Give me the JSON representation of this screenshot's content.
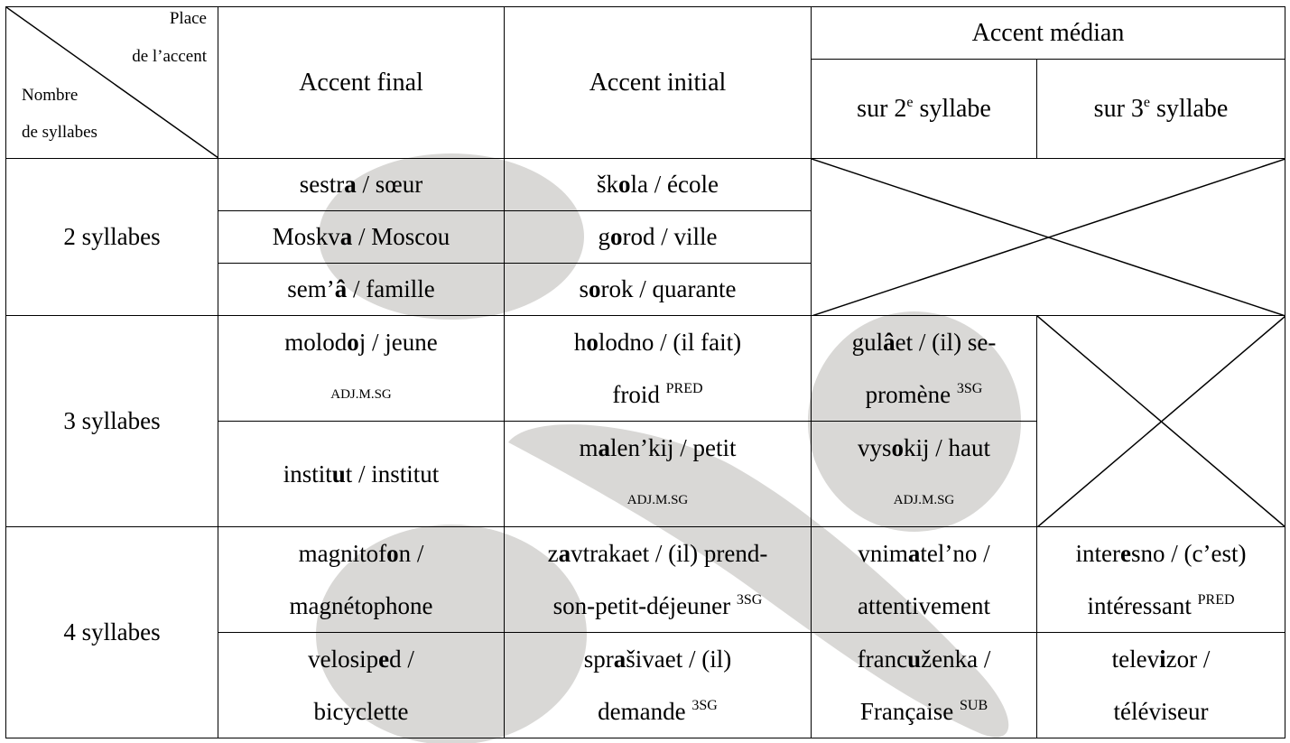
{
  "corner": {
    "top_line1": "Place",
    "top_line2": "de l’accent",
    "bottom_line1": "Nombre",
    "bottom_line2": "de syllabes"
  },
  "headers": {
    "final": "Accent final",
    "initial": "Accent initial",
    "median": "Accent médian",
    "second_pre": "sur 2",
    "second_sup": "e",
    "second_post": " syllabe",
    "third_pre": "sur 3",
    "third_sup": "e",
    "third_post": " syllabe"
  },
  "rows": {
    "two": "2 syllabes",
    "three": "3 syllabes",
    "four": "4 syllabes"
  },
  "cells": {
    "r2_final_1": [
      "sestr",
      "a",
      " / sœur"
    ],
    "r2_final_2": [
      "Moskv",
      "a",
      " / Moscou"
    ],
    "r2_final_3": [
      "sem’",
      "â",
      " / famille"
    ],
    "r2_init_1": [
      "šk",
      "o",
      "la / école"
    ],
    "r2_init_2": [
      "g",
      "o",
      "rod / ville"
    ],
    "r2_init_3": [
      "s",
      "o",
      "rok / quarante"
    ],
    "r3_final_1a": [
      "molod",
      "o",
      "j / jeune"
    ],
    "r3_final_1b": "ADJ.M.SG",
    "r3_final_2": [
      "instit",
      "u",
      "t / institut"
    ],
    "r3_init_1a": [
      "h",
      "o",
      "lodno / (il fait)"
    ],
    "r3_init_1b": "froid ",
    "r3_init_1b_sup": "PRED",
    "r3_init_2a": [
      "m",
      "a",
      "len’kij / petit"
    ],
    "r3_init_2b": "ADJ.M.SG",
    "r3_second_1a": [
      "gul",
      "â",
      "et / (il) se-"
    ],
    "r3_second_1b": "promène ",
    "r3_second_1b_sup": "3SG",
    "r3_second_2a": [
      "vys",
      "o",
      "kij / haut"
    ],
    "r3_second_2b": "ADJ.M.SG",
    "r4_final_1a": [
      "magnitof",
      "o",
      "n /"
    ],
    "r4_final_1b": "magnétophone",
    "r4_final_2a": [
      "velosip",
      "e",
      "d /"
    ],
    "r4_final_2b": "bicyclette",
    "r4_init_1a": [
      "z",
      "a",
      "vtrakaet / (il) prend-"
    ],
    "r4_init_1b": "son-petit-déjeuner ",
    "r4_init_1b_sup": "3SG",
    "r4_init_2a": [
      "spr",
      "a",
      "šivaet / (il)"
    ],
    "r4_init_2b": "demande ",
    "r4_init_2b_sup": "3SG",
    "r4_second_1a": [
      "vnim",
      "a",
      "tel’no /"
    ],
    "r4_second_1b": "attentivement",
    "r4_second_2a": [
      "franc",
      "u",
      "ženka /"
    ],
    "r4_second_2b": "Française ",
    "r4_second_2b_sup": "SUB",
    "r4_third_1a": [
      "inter",
      "e",
      "sno / (c’est)"
    ],
    "r4_third_1b": "intéressant ",
    "r4_third_1b_sup": "PRED",
    "r4_third_2a": [
      "telev",
      "i",
      "zor /"
    ],
    "r4_third_2b": "téléviseur"
  },
  "colors": {
    "highlight": "#d9d8d6",
    "line": "#000000"
  }
}
